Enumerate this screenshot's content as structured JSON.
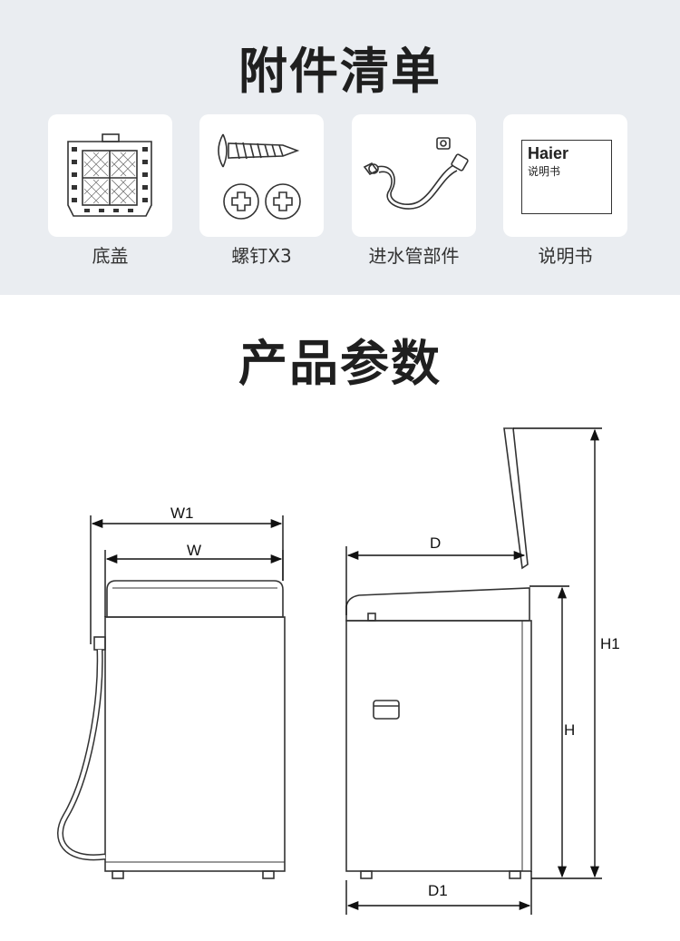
{
  "accessories": {
    "title": "附件清单",
    "items": [
      {
        "label": "底盖",
        "icon": "bottom-cover-icon"
      },
      {
        "label": "螺钉X3",
        "icon": "screw-icon"
      },
      {
        "label": "进水管部件",
        "icon": "inlet-hose-icon"
      },
      {
        "label": "说明书",
        "icon": "manual-icon"
      }
    ],
    "manual_brand": "Haier",
    "manual_text": "说明书"
  },
  "specs": {
    "title": "产品参数",
    "dimensions": {
      "w1": "W1",
      "w": "W",
      "d": "D",
      "d1": "D1",
      "h": "H",
      "h1": "H1"
    }
  },
  "colors": {
    "top_band": "#eaedf1",
    "card_bg": "#ffffff",
    "line": "#333333"
  }
}
